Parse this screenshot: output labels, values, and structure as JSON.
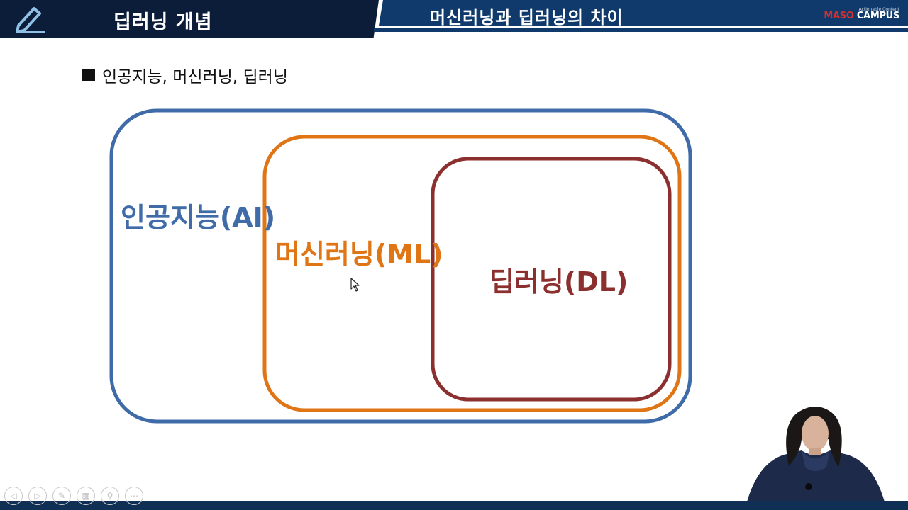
{
  "header": {
    "section_title": "딥러닝 개념",
    "slide_title": "머신러닝과 딥러닝의 차이",
    "logo": {
      "tagline": "Actionable Content",
      "brand_red": "MASO",
      "brand_white": "CAMPUS"
    }
  },
  "bullet": {
    "text": "인공지능, 머신러닝, 딥러닝"
  },
  "diagram": {
    "ai_label": "인공지능(AI)",
    "ml_label": "머신러닝(ML)",
    "dl_label": "딥러닝(DL)"
  },
  "controls": [
    {
      "icon": "prev-icon",
      "glyph": "◁"
    },
    {
      "icon": "next-icon",
      "glyph": "▷"
    },
    {
      "icon": "pen-icon",
      "glyph": "✎"
    },
    {
      "icon": "slides-icon",
      "glyph": "▦"
    },
    {
      "icon": "zoom-icon",
      "glyph": "⚲"
    },
    {
      "icon": "more-icon",
      "glyph": "⋯"
    }
  ],
  "colors": {
    "header_dark": "#0c1d3a",
    "header_blue": "#0f3a6b",
    "ai_blue": "#3f6ca8",
    "ml_orange": "#e07516",
    "dl_red": "#8c2f2f",
    "logo_red": "#d42e2e"
  }
}
